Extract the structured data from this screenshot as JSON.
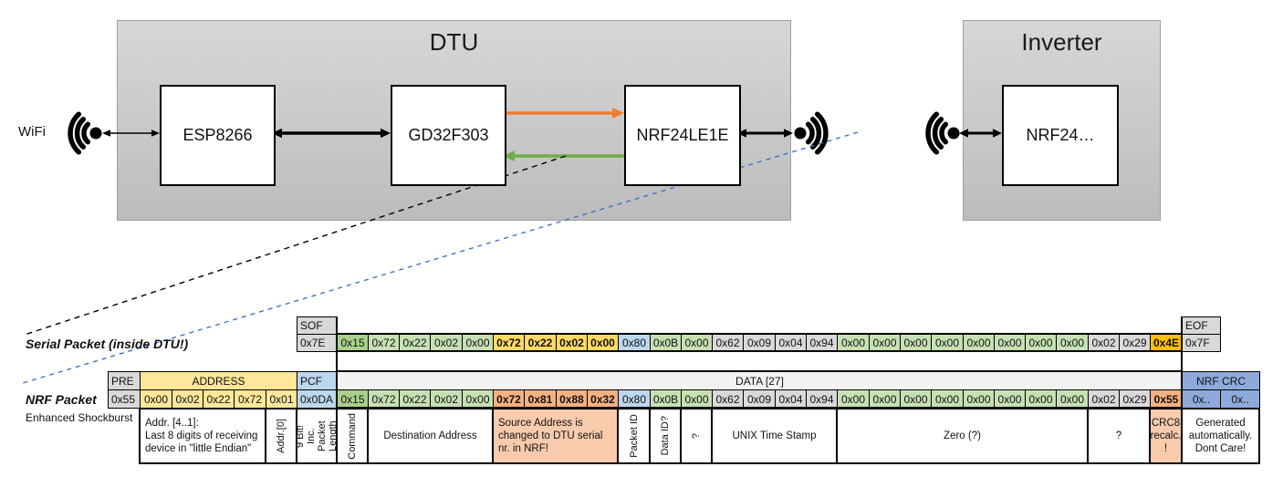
{
  "diagram": {
    "wifi_label": "WiFi",
    "dtu_title": "DTU",
    "inverter_title": "Inverter",
    "chips": {
      "esp": "ESP8266",
      "gd": "GD32F303",
      "nrf": "NRF24LE1E",
      "inverter_nrf": "NRF24…"
    },
    "colors": {
      "uart_tx_arrow": "#ED7D31",
      "uart_rx_arrow": "#70AD47",
      "radio_link_dash": "#4472C4"
    }
  },
  "serial_packet": {
    "label": "Serial Packet (inside DTU!)",
    "sof_header": "SOF",
    "sof_value": "0x7E",
    "eof_header": "EOF",
    "eof_value": "0x7F",
    "bytes": [
      {
        "v": "0x15",
        "c": "gdark"
      },
      {
        "v": "0x72",
        "c": "glight"
      },
      {
        "v": "0x22",
        "c": "glight"
      },
      {
        "v": "0x02",
        "c": "glight"
      },
      {
        "v": "0x00",
        "c": "glight"
      },
      {
        "v": "0x72",
        "c": "gold",
        "b": true
      },
      {
        "v": "0x22",
        "c": "gold",
        "b": true
      },
      {
        "v": "0x02",
        "c": "gold",
        "b": true
      },
      {
        "v": "0x00",
        "c": "gold",
        "b": true
      },
      {
        "v": "0x80",
        "c": "blue"
      },
      {
        "v": "0x0B",
        "c": "glight"
      },
      {
        "v": "0x00",
        "c": "glight"
      },
      {
        "v": "0x62",
        "c": "gray"
      },
      {
        "v": "0x09",
        "c": "gray"
      },
      {
        "v": "0x04",
        "c": "gray"
      },
      {
        "v": "0x94",
        "c": "gray"
      },
      {
        "v": "0x00",
        "c": "glight"
      },
      {
        "v": "0x00",
        "c": "glight"
      },
      {
        "v": "0x00",
        "c": "glight"
      },
      {
        "v": "0x00",
        "c": "glight"
      },
      {
        "v": "0x00",
        "c": "glight"
      },
      {
        "v": "0x00",
        "c": "glight"
      },
      {
        "v": "0x00",
        "c": "glight"
      },
      {
        "v": "0x00",
        "c": "glight"
      },
      {
        "v": "0x02",
        "c": "gray"
      },
      {
        "v": "0x29",
        "c": "gray"
      },
      {
        "v": "0x4E",
        "c": "amber",
        "b": true
      }
    ]
  },
  "nrf_packet": {
    "label": "NRF Packet",
    "sublabel": "Enhanced Shockburst",
    "pre_header": "PRE",
    "pre_value": "0x55",
    "address_header": "ADDRESS",
    "address_values": [
      "0x00",
      "0x02",
      "0x22",
      "0x72",
      "0x01"
    ],
    "pcf_header": "PCF",
    "pcf_value": "0x0DA",
    "data_header": "DATA [27]",
    "crc_header": "NRF CRC",
    "crc_values": [
      "0x..",
      "0x.."
    ],
    "bytes": [
      {
        "v": "0x15",
        "c": "gdark"
      },
      {
        "v": "0x72",
        "c": "glight"
      },
      {
        "v": "0x22",
        "c": "glight"
      },
      {
        "v": "0x02",
        "c": "glight"
      },
      {
        "v": "0x00",
        "c": "glight"
      },
      {
        "v": "0x72",
        "c": "salmon",
        "b": true
      },
      {
        "v": "0x81",
        "c": "salmon",
        "b": true
      },
      {
        "v": "0x88",
        "c": "salmon",
        "b": true
      },
      {
        "v": "0x32",
        "c": "salmon",
        "b": true
      },
      {
        "v": "0x80",
        "c": "blue"
      },
      {
        "v": "0x0B",
        "c": "glight"
      },
      {
        "v": "0x00",
        "c": "glight"
      },
      {
        "v": "0x62",
        "c": "gray"
      },
      {
        "v": "0x09",
        "c": "gray"
      },
      {
        "v": "0x04",
        "c": "gray"
      },
      {
        "v": "0x94",
        "c": "gray"
      },
      {
        "v": "0x00",
        "c": "glight"
      },
      {
        "v": "0x00",
        "c": "glight"
      },
      {
        "v": "0x00",
        "c": "glight"
      },
      {
        "v": "0x00",
        "c": "glight"
      },
      {
        "v": "0x00",
        "c": "glight"
      },
      {
        "v": "0x00",
        "c": "glight"
      },
      {
        "v": "0x00",
        "c": "glight"
      },
      {
        "v": "0x00",
        "c": "glight"
      },
      {
        "v": "0x02",
        "c": "gray"
      },
      {
        "v": "0x29",
        "c": "gray"
      },
      {
        "v": "0x55",
        "c": "salmon",
        "b": true
      }
    ]
  },
  "annotations": [
    {
      "from": "A0",
      "to": "A3",
      "mode": "hl",
      "text": "Addr. [4..1]:\nLast 8 digits of receiving\ndevice in \"little Endian\""
    },
    {
      "from": "A4",
      "to": "A4",
      "mode": "v",
      "text": "Addr.[0]"
    },
    {
      "from": "PCF",
      "to": "PCF",
      "mode": "v",
      "text": "9 Bit!\nInc. Packet\nLength"
    },
    {
      "from": "D0",
      "to": "D0",
      "mode": "v",
      "text": "Command"
    },
    {
      "from": "D1",
      "to": "D4",
      "mode": "h",
      "text": "Destination Address"
    },
    {
      "from": "D5",
      "to": "D8",
      "mode": "hl",
      "bg": "salmonlt",
      "text": "Source Address is\nchanged to DTU serial\nnr. in NRF!"
    },
    {
      "from": "D9",
      "to": "D9",
      "mode": "v",
      "text": "Packet ID"
    },
    {
      "from": "D10",
      "to": "D10",
      "mode": "v",
      "text": "Data ID?"
    },
    {
      "from": "D11",
      "to": "D11",
      "mode": "v",
      "text": "?"
    },
    {
      "from": "D12",
      "to": "D15",
      "mode": "h",
      "text": "UNIX Time Stamp"
    },
    {
      "from": "D16",
      "to": "D23",
      "mode": "h",
      "text": "Zero (?)"
    },
    {
      "from": "D24",
      "to": "D25",
      "mode": "h",
      "text": "?"
    },
    {
      "from": "D26",
      "to": "D26",
      "mode": "h",
      "bg": "salmonlt",
      "text": "CRC8\nrecalc.\n!"
    },
    {
      "from": "C0",
      "to": "C1",
      "mode": "h",
      "text": "Generated\nautomatically.\nDont Care!"
    }
  ]
}
